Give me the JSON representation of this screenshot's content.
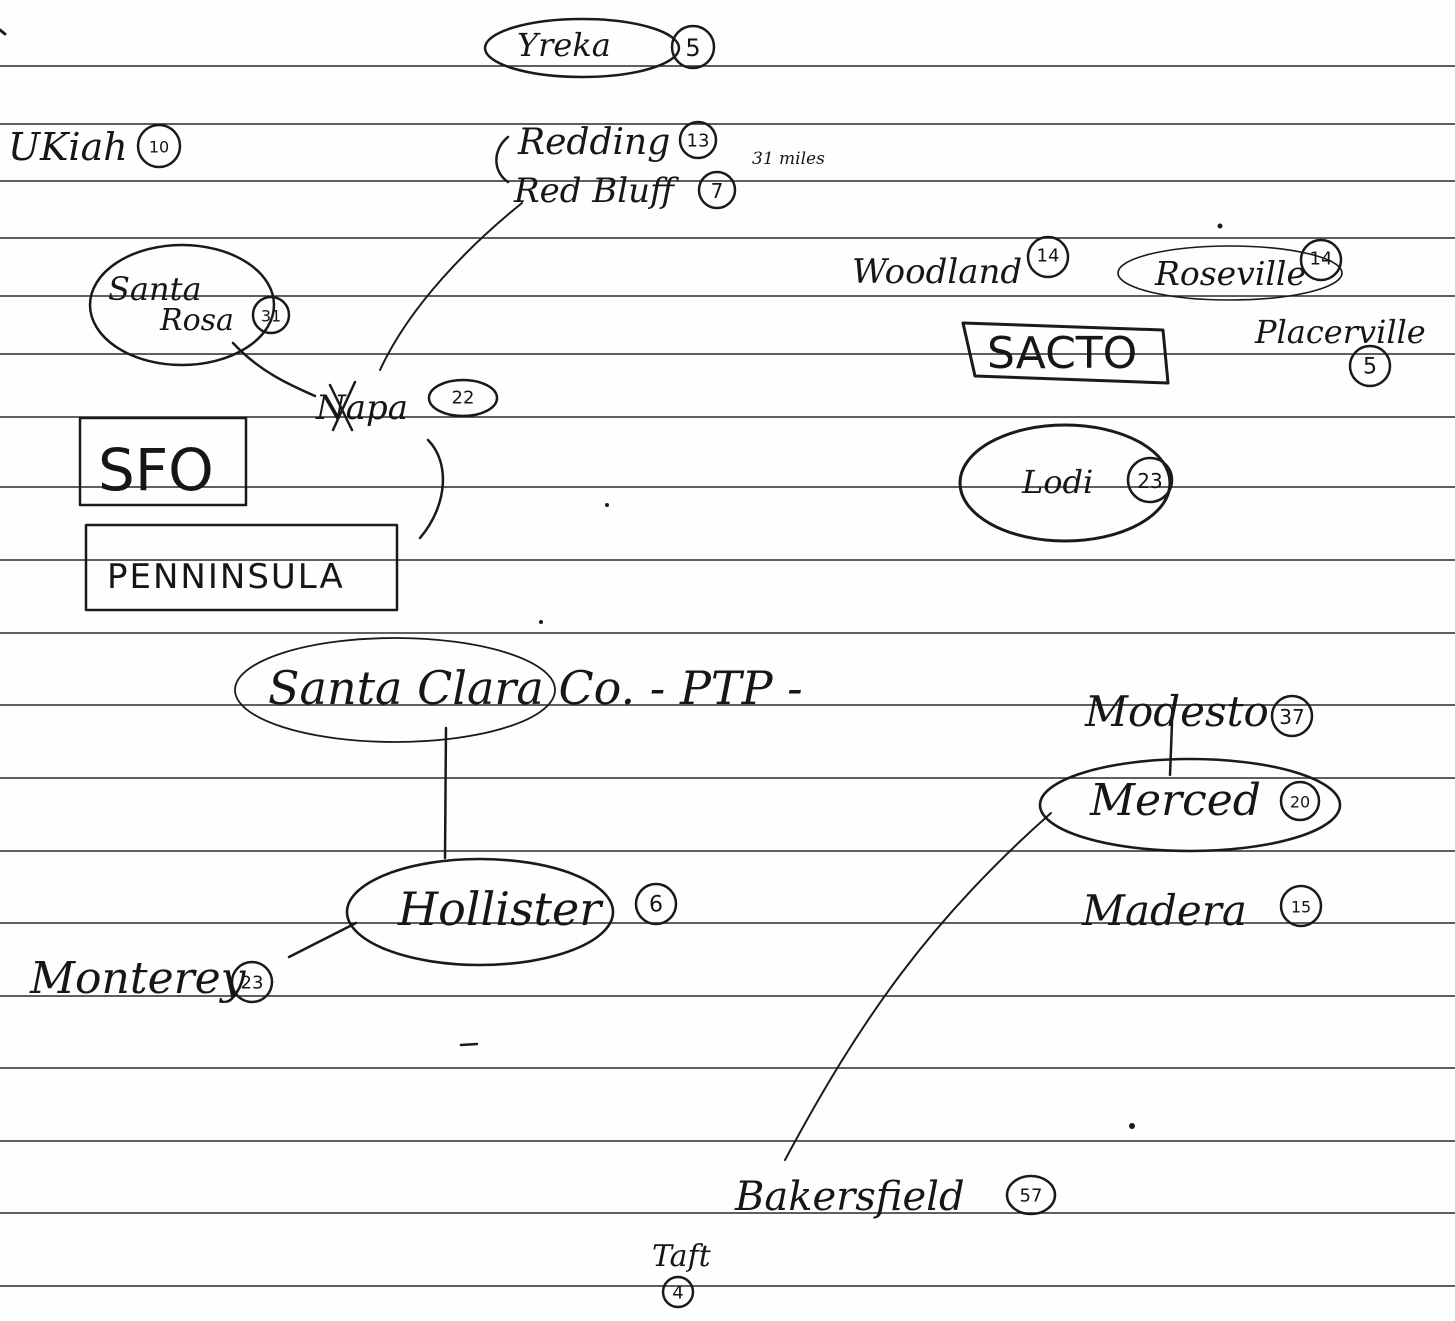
{
  "cities": {
    "yreka": {
      "name": "Yreka",
      "count": "5"
    },
    "ukiah": {
      "name": "UKiah",
      "count": "10"
    },
    "redding": {
      "name": "Redding",
      "count": "13"
    },
    "red_bluff": {
      "name": "Red Bluff",
      "count": "7"
    },
    "redding_note": "31 miles",
    "santa_rosa": {
      "name_line1": "Santa",
      "name_line2": "Rosa",
      "count": "31"
    },
    "napa": {
      "name": "Napa",
      "count": "22"
    },
    "woodland": {
      "name": "Woodland",
      "count": "14"
    },
    "roseville": {
      "name": "Roseville",
      "count": "14"
    },
    "placerville": {
      "name": "Placerville",
      "count": "5"
    },
    "sacto": {
      "name": "SACTO"
    },
    "lodi": {
      "name": "Lodi",
      "count": "23"
    },
    "sfo": {
      "name": "SFO"
    },
    "penninsula": {
      "name": "PENNINSULA"
    },
    "santa_clara": {
      "name": "Santa Clara Co. - PTP -"
    },
    "modesto": {
      "name": "Modesto",
      "count": "37"
    },
    "merced": {
      "name": "Merced",
      "count": "20"
    },
    "madera": {
      "name": "Madera",
      "count": "15"
    },
    "hollister": {
      "name": "Hollister",
      "count": "6"
    },
    "monterey": {
      "name": "Monterey",
      "count": "23"
    },
    "bakersfield": {
      "name": "Bakersfield",
      "count": "57"
    },
    "taft": {
      "name": "Taft",
      "count": "4"
    }
  },
  "colors": {
    "ink": "#161616",
    "paper": "#fefefe",
    "rule_line": "#2a2a2a"
  }
}
